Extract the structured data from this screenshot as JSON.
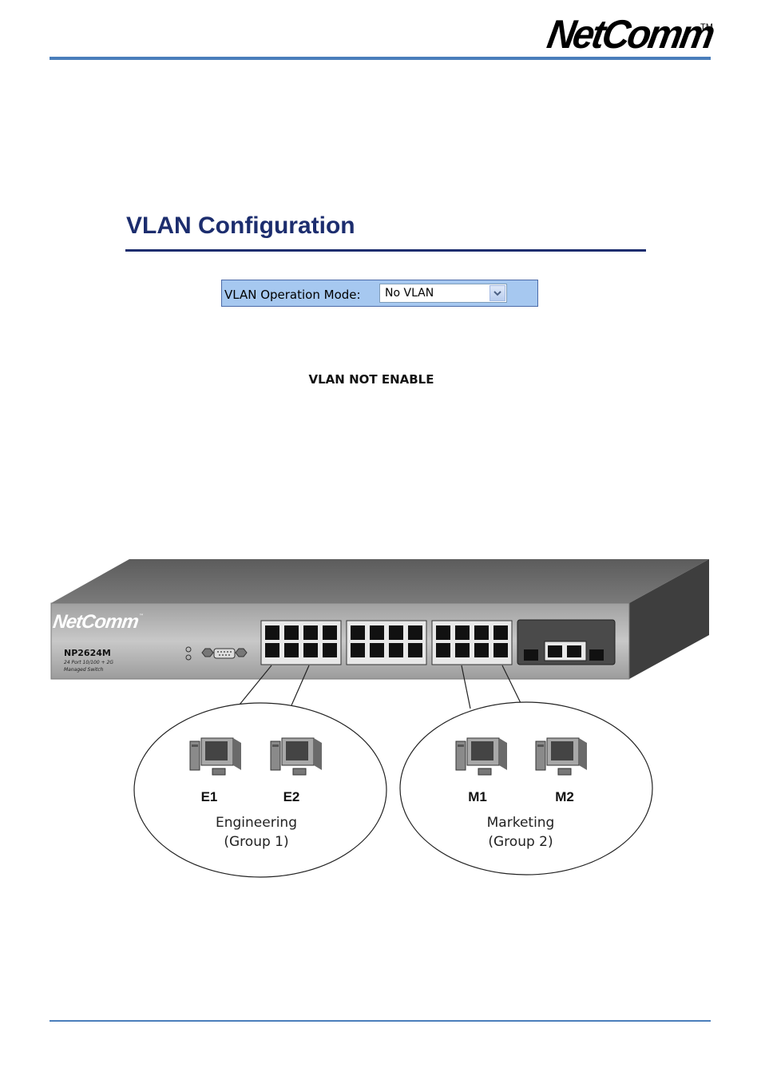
{
  "header": {
    "brand": "NetComm",
    "trademark": "TM"
  },
  "section": {
    "title": "VLAN Configuration"
  },
  "vlan_mode": {
    "label": "VLAN Operation Mode:",
    "selected": "No VLAN"
  },
  "status": {
    "message": "VLAN NOT ENABLE"
  },
  "switch": {
    "brand": "NetComm",
    "trademark": "™",
    "model": "NP2624M",
    "description_line1": "24 Port 10/100 + 2G",
    "description_line2": "Managed Switch"
  },
  "groups": [
    {
      "members": [
        "E1",
        "E2"
      ],
      "name": "Engineering",
      "group": "(Group 1)"
    },
    {
      "members": [
        "M1",
        "M2"
      ],
      "name": "Marketing",
      "group": "(Group 2)"
    }
  ],
  "colors": {
    "accent_rule": "#4a7ebb",
    "title": "#1c2d6e",
    "mode_box": "#a6c8f0",
    "switch_body": "#5a5a5a"
  }
}
